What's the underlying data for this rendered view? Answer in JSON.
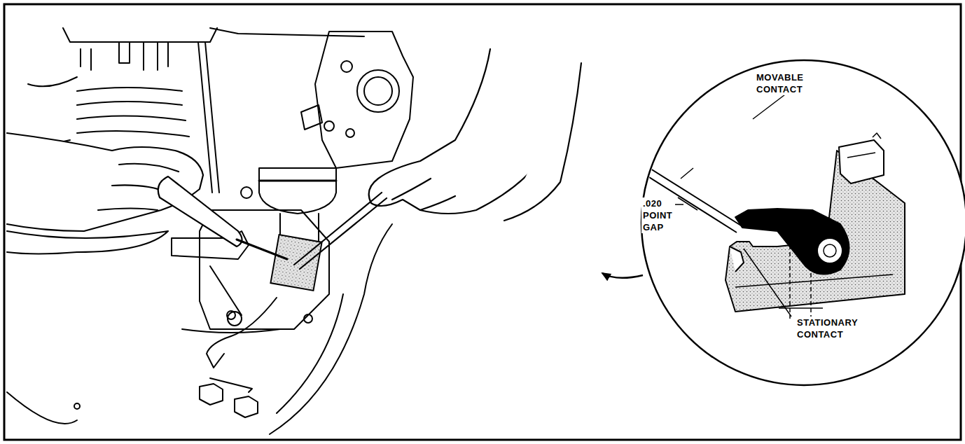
{
  "diagram": {
    "labels": [
      "MOVABLE CONTACT",
      ".020 POINT GAP",
      "STATIONARY CONTACT"
    ]
  }
}
